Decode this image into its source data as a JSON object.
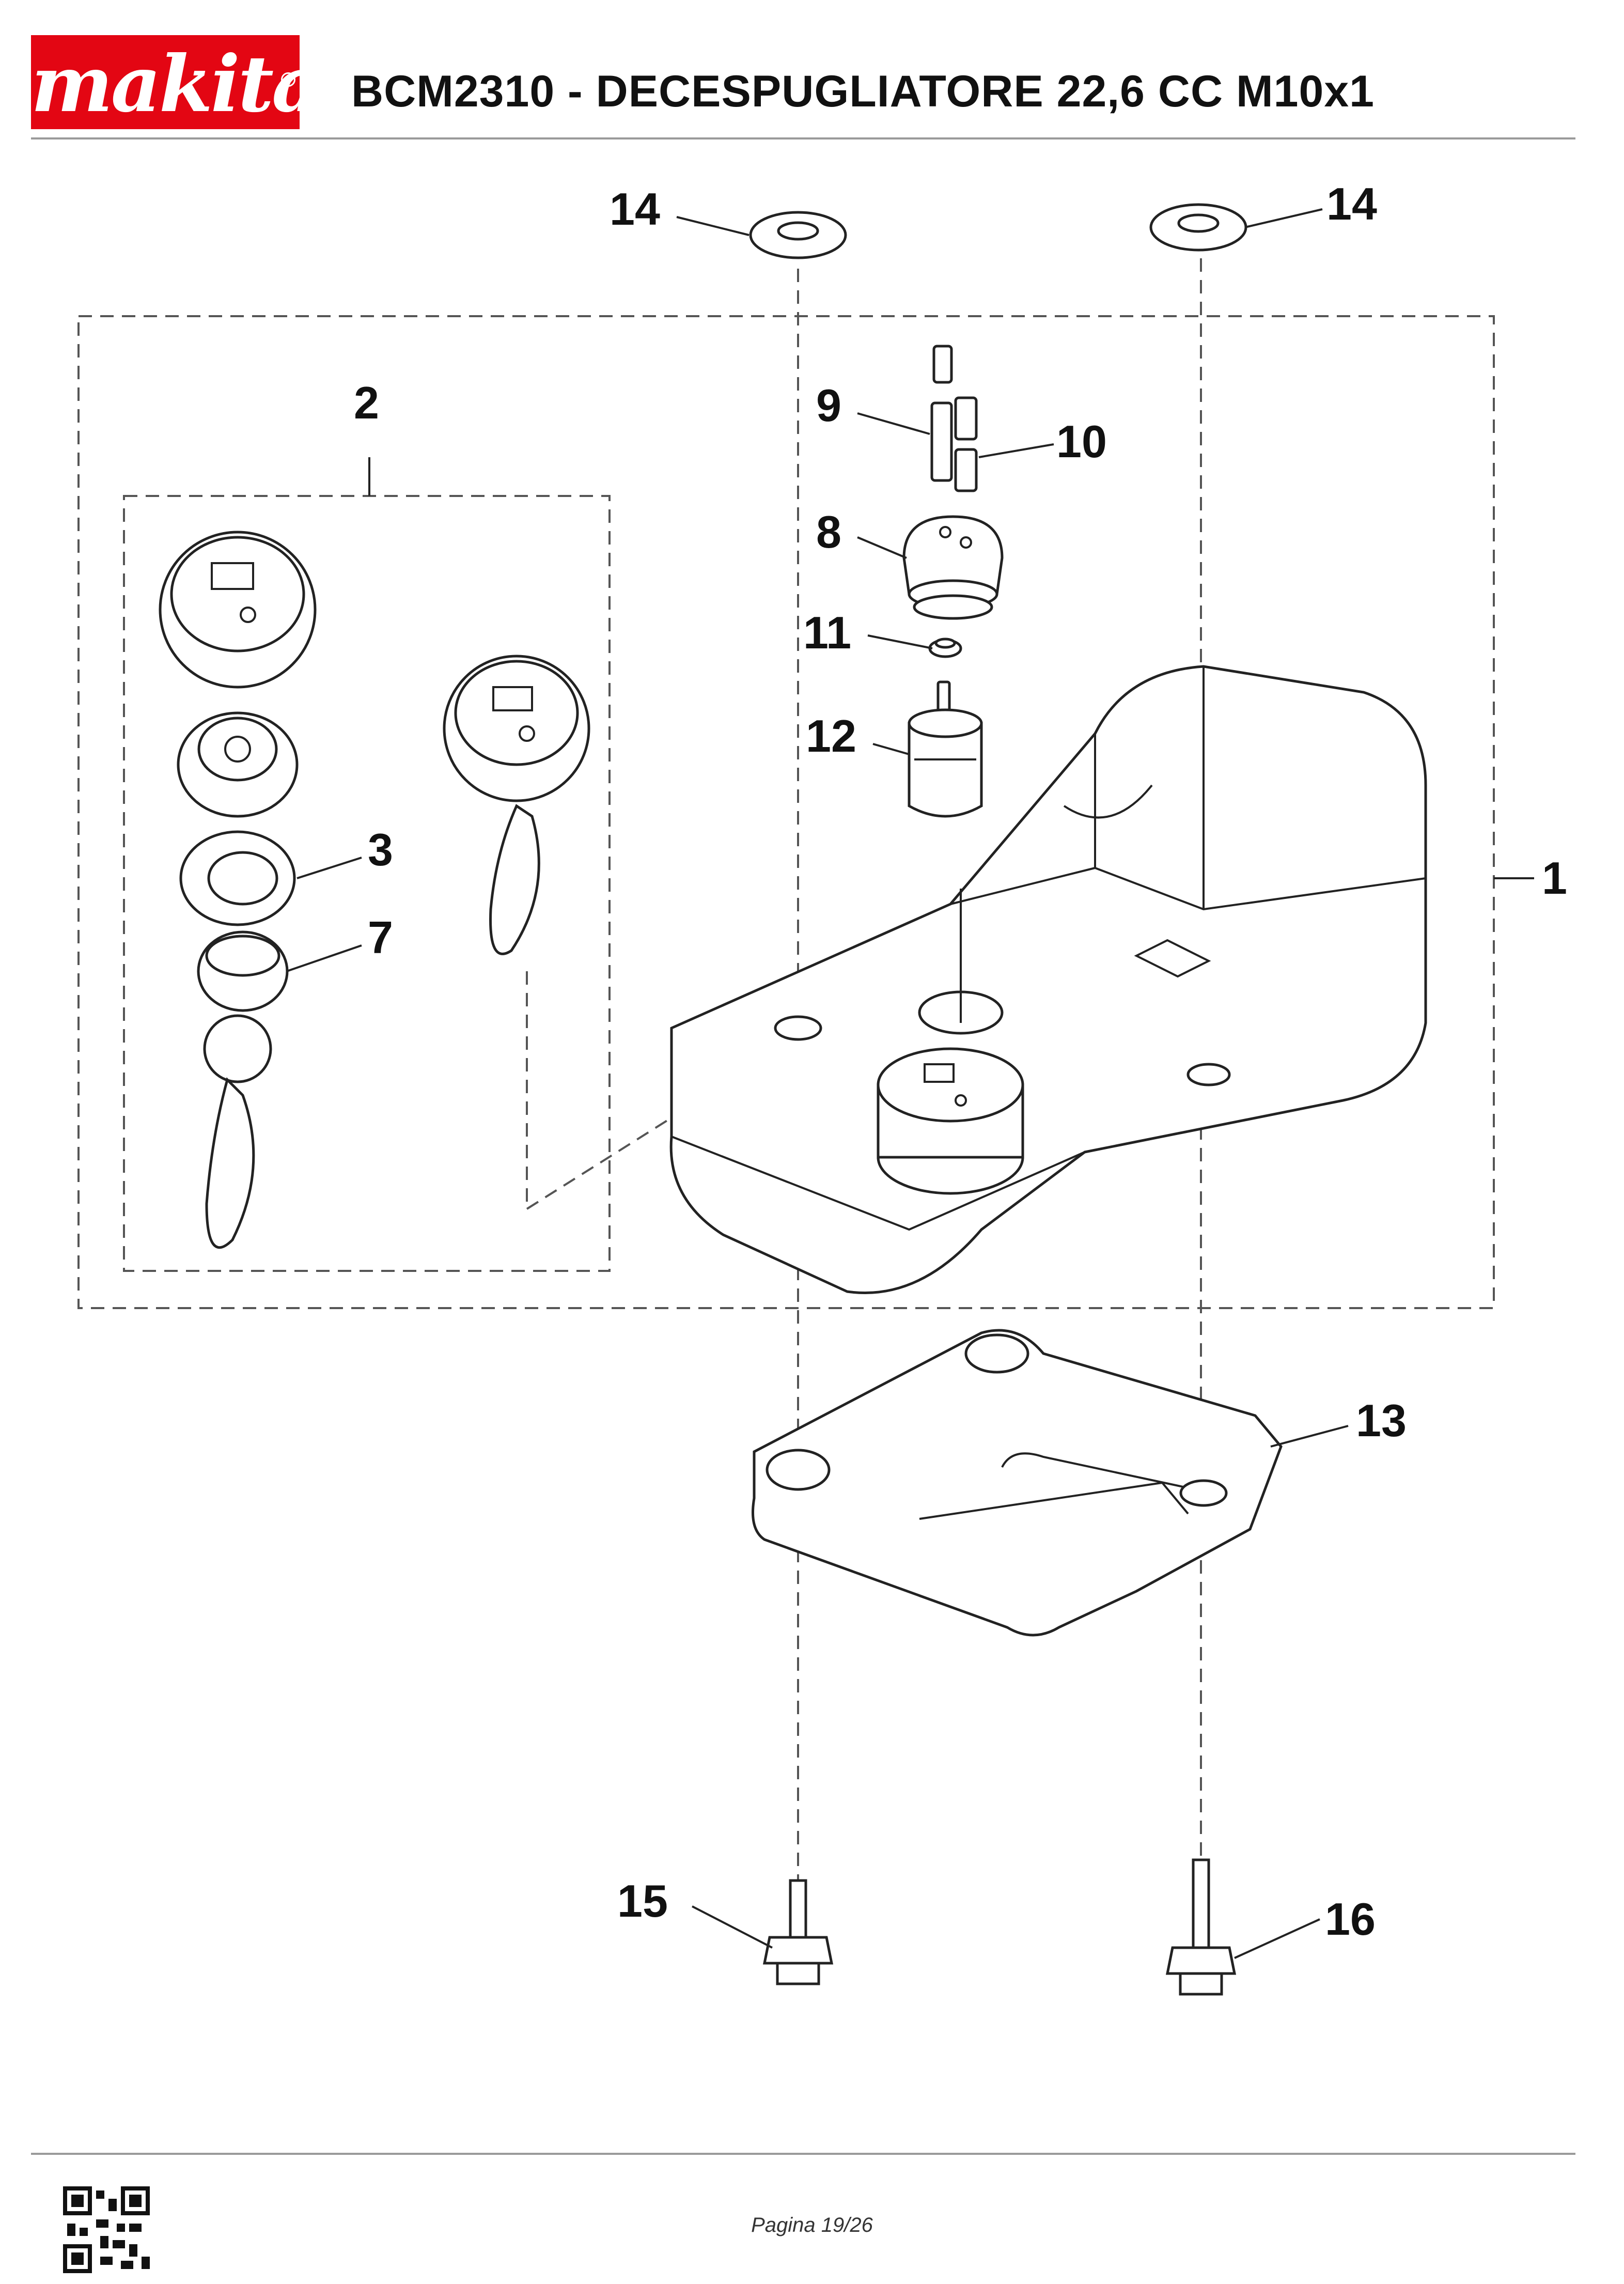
{
  "header": {
    "brand": "makita",
    "title": "BCM2310 - DECESPUGLIATORE 22,6 CC M10x1"
  },
  "callouts": {
    "p1": "1",
    "p2": "2",
    "p3": "3",
    "p7": "7",
    "p8": "8",
    "p9": "9",
    "p10": "10",
    "p11": "11",
    "p12": "12",
    "p13": "13",
    "p14a": "14",
    "p14b": "14",
    "p15": "15",
    "p16": "16"
  },
  "footer": {
    "page": "Pagina 19/26"
  }
}
